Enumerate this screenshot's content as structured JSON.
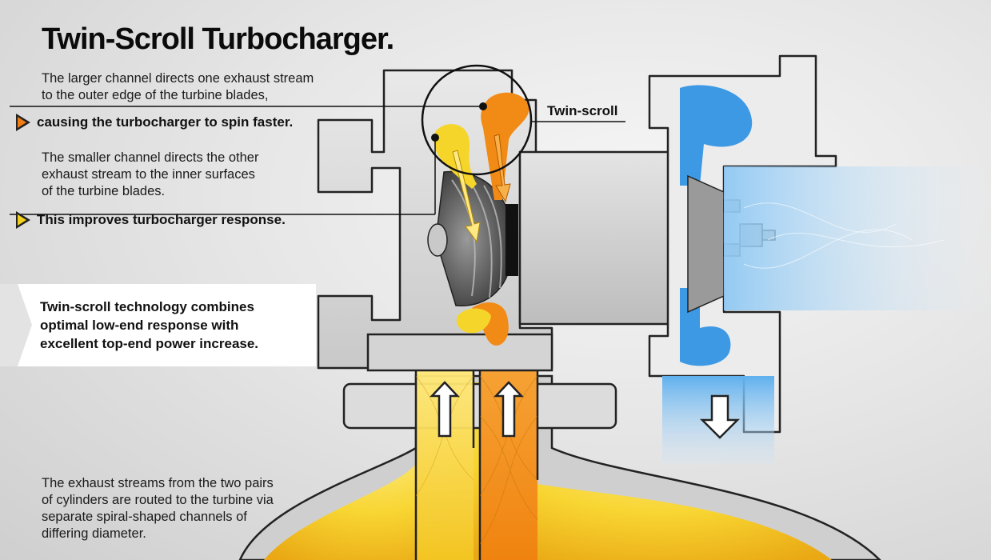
{
  "title": "Twin-Scroll Turbocharger.",
  "larger_channel": {
    "lines": [
      "The larger channel directs one exhaust stream",
      "to the outer edge of the turbine blades,"
    ],
    "bullet": "causing the turbocharger to spin faster.",
    "bullet_color": "#f07c14"
  },
  "smaller_channel": {
    "lines": [
      "The smaller channel directs the other",
      "exhaust stream to the inner surfaces",
      "of the turbine blades."
    ],
    "bullet": "This improves turbocharger response.",
    "bullet_color": "#f4d21c"
  },
  "summary": {
    "lines": [
      "Twin-scroll technology combines",
      "optimal low-end response with",
      "excellent top-end power increase."
    ]
  },
  "bottom_note": {
    "lines": [
      "The exhaust streams from the two pairs",
      "of cylinders are routed to the turbine via",
      "separate spiral-shaped channels of",
      "differing diameter."
    ]
  },
  "label_twin_scroll": "Twin-scroll",
  "colors": {
    "orange_stream": "#f07c14",
    "yellow_stream": "#f4d21c",
    "intake_blue": "#3a9ae8",
    "housing": "#d9d9d9"
  }
}
